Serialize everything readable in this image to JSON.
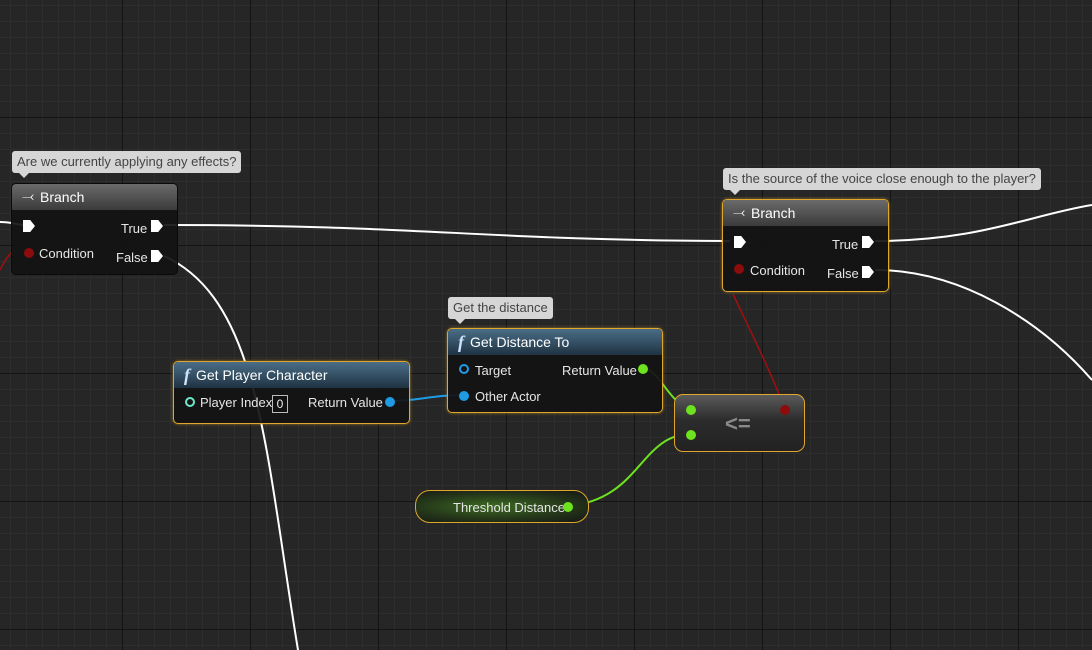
{
  "comments": {
    "branch1": "Are we currently applying any effects?",
    "branch2": "Is the source of the voice close enough to the player?",
    "distance": "Get the distance"
  },
  "branch1": {
    "title": "Branch",
    "icon": "branch-icon",
    "true_label": "True",
    "false_label": "False",
    "condition_label": "Condition"
  },
  "branch2": {
    "title": "Branch",
    "icon": "branch-icon",
    "true_label": "True",
    "false_label": "False",
    "condition_label": "Condition"
  },
  "get_player_character": {
    "title": "Get Player Character",
    "icon": "function-icon",
    "player_index_label": "Player Index",
    "player_index_value": "0",
    "return_label": "Return Value"
  },
  "get_distance_to": {
    "title": "Get Distance To",
    "icon": "function-icon",
    "target_label": "Target",
    "other_actor_label": "Other Actor",
    "return_label": "Return Value"
  },
  "compare": {
    "operator": "<="
  },
  "threshold": {
    "label": "Threshold Distance"
  },
  "colors": {
    "exec": "#ffffff",
    "bool": "#8c0b0b",
    "object": "#1f9be6",
    "float": "#6ce31e",
    "selection": "#e0a72a"
  }
}
